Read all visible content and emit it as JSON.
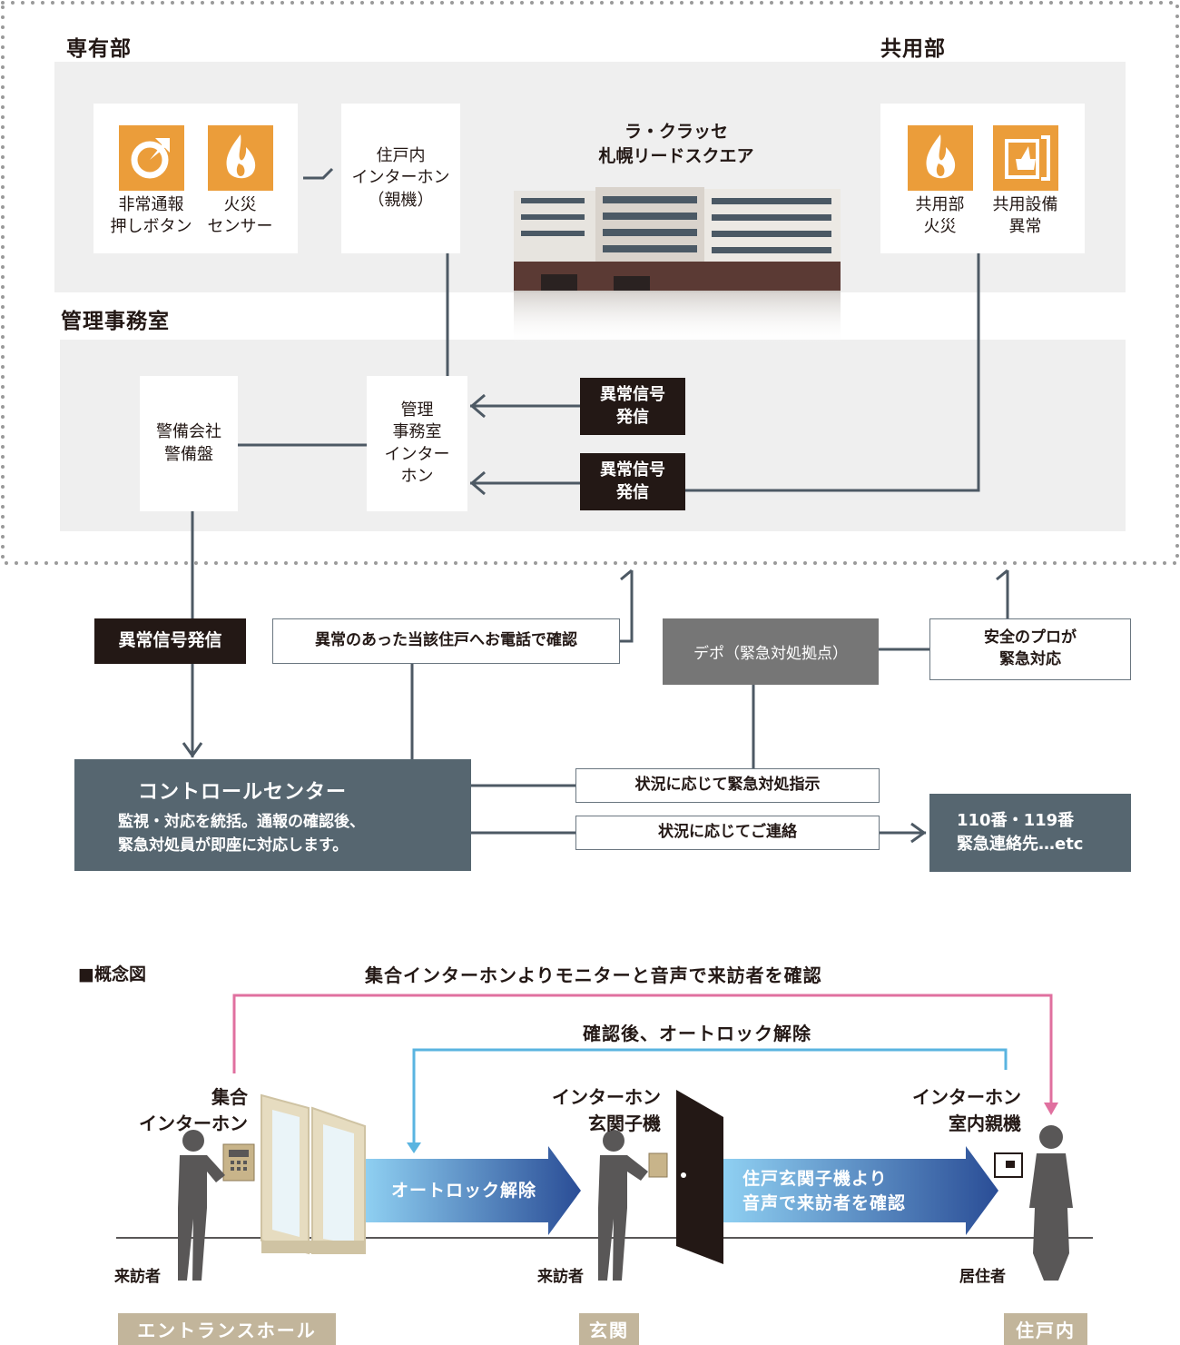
{
  "top": {
    "private_title": "専有部",
    "common_title": "共用部",
    "management_title": "管理事務室",
    "emergency_button": "非常通報\n押しボタン",
    "fire_sensor": "火災\nセンサー",
    "indoor_intercom": "住戸内\nインターホン\n（親機）",
    "building_name": "ラ・クラッセ\n札幌リードスクエア",
    "common_fire": "共用部\n火災",
    "common_equipment": "共用設備\n異常",
    "security_panel": "警備会社\n警備盤",
    "office_intercom": "管理\n事務室\nインター\nホン",
    "signal_1": "異常信号\n発信",
    "signal_2": "異常信号\n発信"
  },
  "flow": {
    "signal_send": "異常信号発信",
    "phone_confirm": "異常のあった当該住戸へお電話で確認",
    "depot": "デポ（緊急対処拠点）",
    "safety_pro": "安全のプロが\n緊急対応",
    "control_center_title": "コントロールセンター",
    "control_center_desc": "監視・対応を統括。通報の確認後、\n緊急対処員が即座に対応します。",
    "instruction": "状況に応じて緊急対処指示",
    "contact": "状況に応じてご連絡",
    "emergency_numbers": "110番・119番\n緊急連絡先…etc"
  },
  "concept": {
    "heading": "■概念図",
    "top_label": "集合インターホンよりモニターと音声で来訪者を確認",
    "mid_label": "確認後、オートロック解除",
    "entrance_intercom": "集合\nインターホン",
    "door_intercom": "インターホン\n玄関子機",
    "indoor_master": "インターホン\n室内親機",
    "autolock_arrow": "オートロック解除",
    "voice_arrow": "住戸玄関子機より\n音声で来訪者を確認",
    "visitor_1": "来訪者",
    "visitor_2": "来訪者",
    "resident": "居住者",
    "place_1": "エントランスホール",
    "place_2": "玄関",
    "place_3": "住戸内"
  },
  "colors": {
    "orange_icon": "#eb9d3a",
    "dark_box": "#231815",
    "control_center": "#566670",
    "depot_gray": "#767676",
    "pink_line": "#e0709f",
    "blue_line": "#5ab4e0",
    "place_tag": "#c2b59b"
  }
}
